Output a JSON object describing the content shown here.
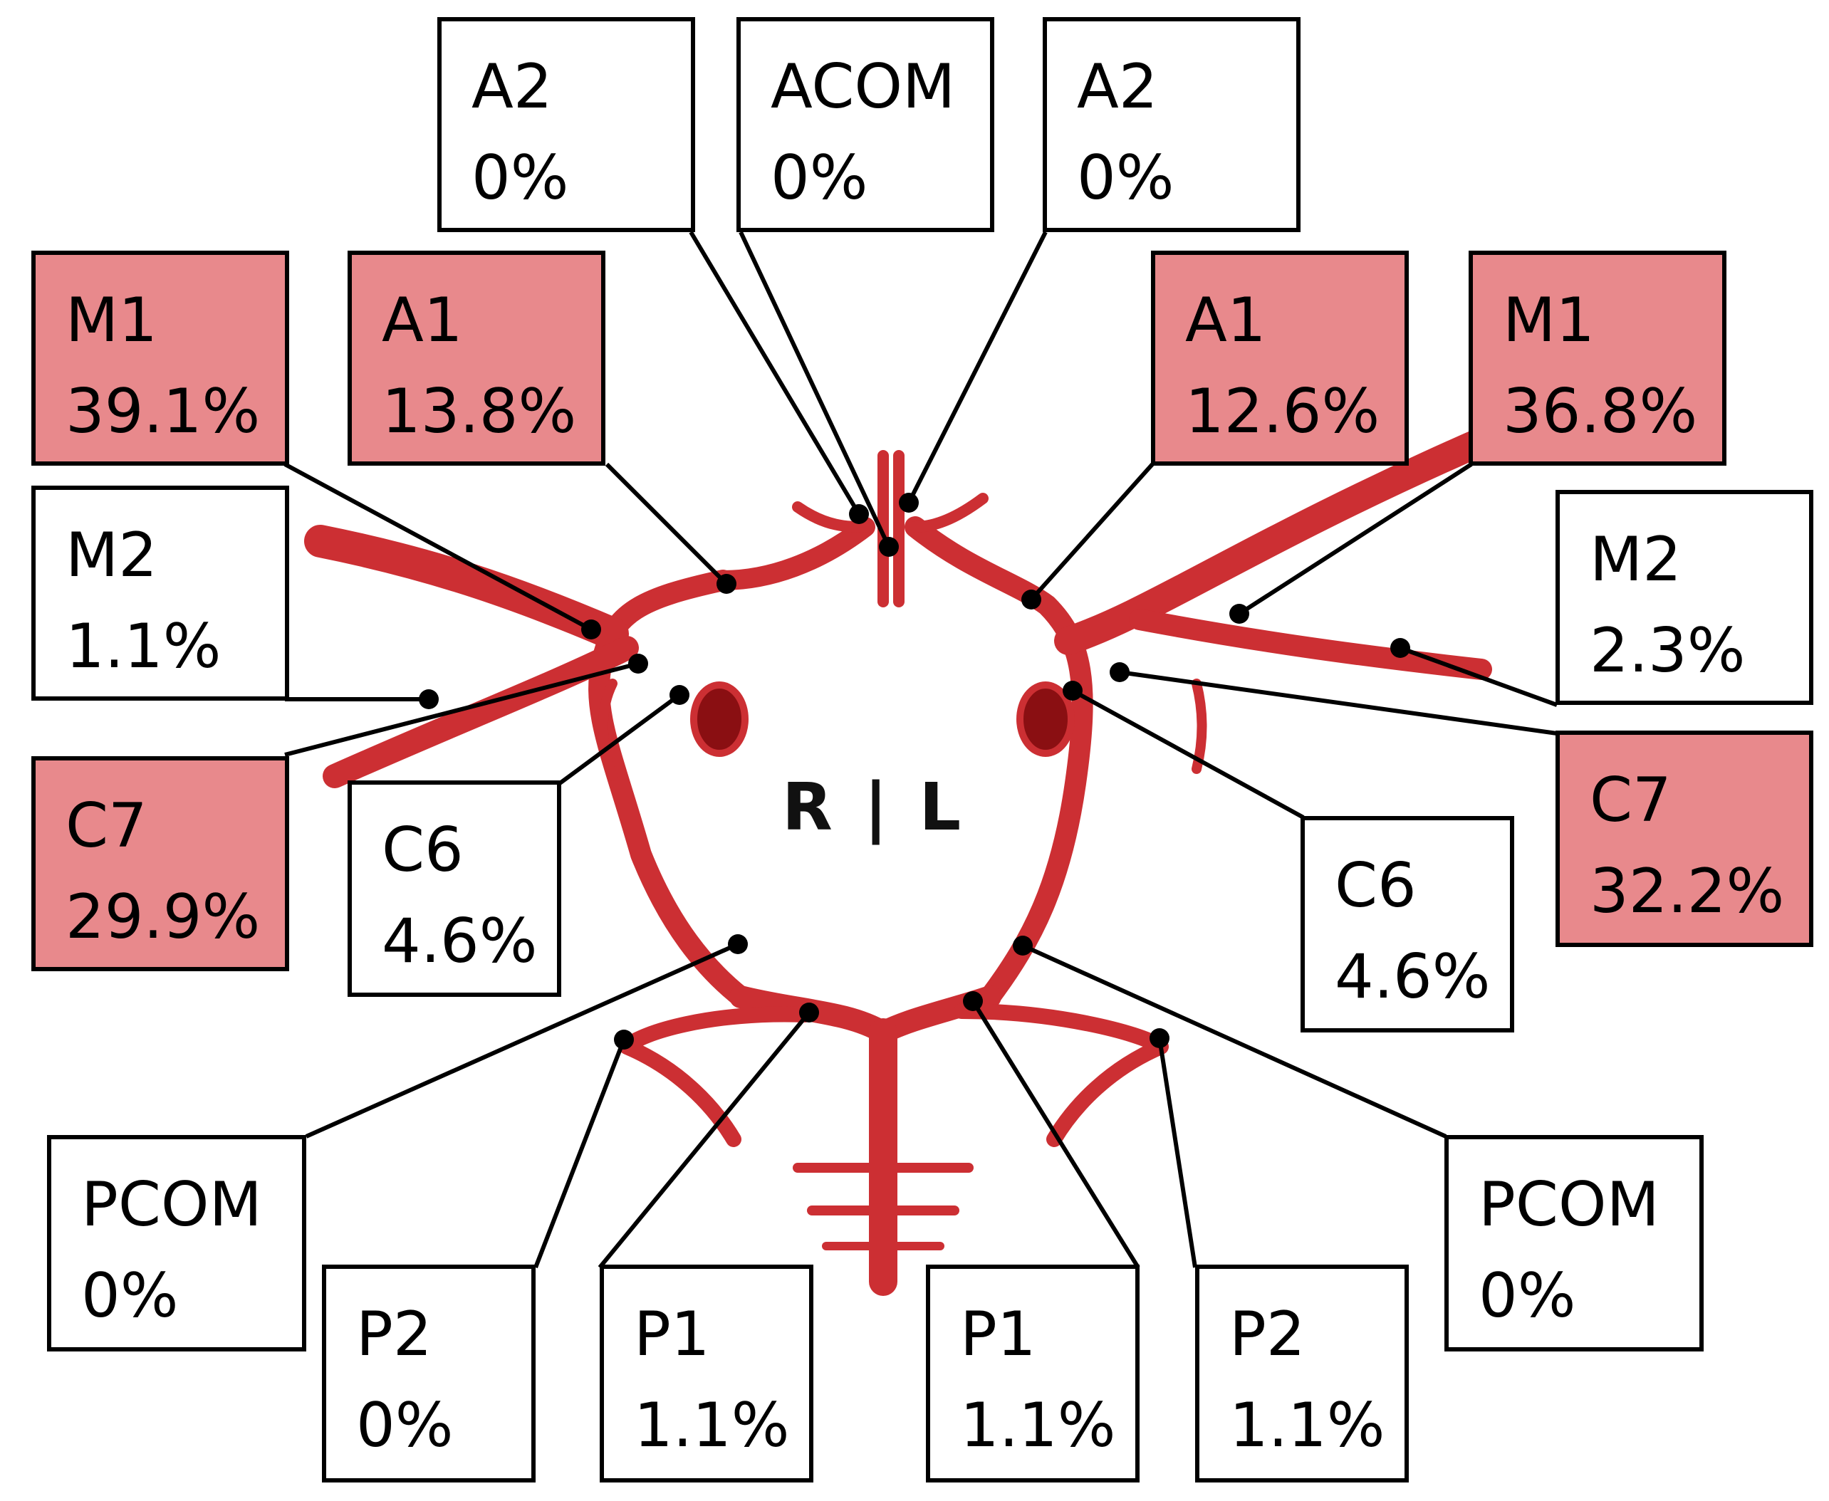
{
  "side_marker": "R | L",
  "colors": {
    "highlight_fill": "#e8898c",
    "box_fill": "#ffffff",
    "vessel": "#cc2f33",
    "vessel_dark": "#8a0f12",
    "leader": "#000000"
  },
  "segments": [
    {
      "id": "r-a2",
      "name": "A2",
      "value": "0%",
      "highlighted": false
    },
    {
      "id": "acom",
      "name": "ACOM",
      "value": "0%",
      "highlighted": false
    },
    {
      "id": "l-a2",
      "name": "A2",
      "value": "0%",
      "highlighted": false
    },
    {
      "id": "r-m1",
      "name": "M1",
      "value": "39.1%",
      "highlighted": true
    },
    {
      "id": "r-a1",
      "name": "A1",
      "value": "13.8%",
      "highlighted": true
    },
    {
      "id": "l-a1",
      "name": "A1",
      "value": "12.6%",
      "highlighted": true
    },
    {
      "id": "l-m1",
      "name": "M1",
      "value": "36.8%",
      "highlighted": true
    },
    {
      "id": "r-m2",
      "name": "M2",
      "value": "1.1%",
      "highlighted": false
    },
    {
      "id": "l-m2",
      "name": "M2",
      "value": "2.3%",
      "highlighted": false
    },
    {
      "id": "r-c7",
      "name": "C7",
      "value": "29.9%",
      "highlighted": true
    },
    {
      "id": "r-c6",
      "name": "C6",
      "value": "4.6%",
      "highlighted": false
    },
    {
      "id": "l-c6",
      "name": "C6",
      "value": "4.6%",
      "highlighted": false
    },
    {
      "id": "l-c7",
      "name": "C7",
      "value": "32.2%",
      "highlighted": true
    },
    {
      "id": "r-pcom",
      "name": "PCOM",
      "value": "0%",
      "highlighted": false
    },
    {
      "id": "l-pcom",
      "name": "PCOM",
      "value": "0%",
      "highlighted": false
    },
    {
      "id": "r-p2",
      "name": "P2",
      "value": "0%",
      "highlighted": false
    },
    {
      "id": "r-p1",
      "name": "P1",
      "value": "1.1%",
      "highlighted": false
    },
    {
      "id": "l-p1",
      "name": "P1",
      "value": "1.1%",
      "highlighted": false
    },
    {
      "id": "l-p2",
      "name": "P2",
      "value": "1.1%",
      "highlighted": false
    }
  ]
}
